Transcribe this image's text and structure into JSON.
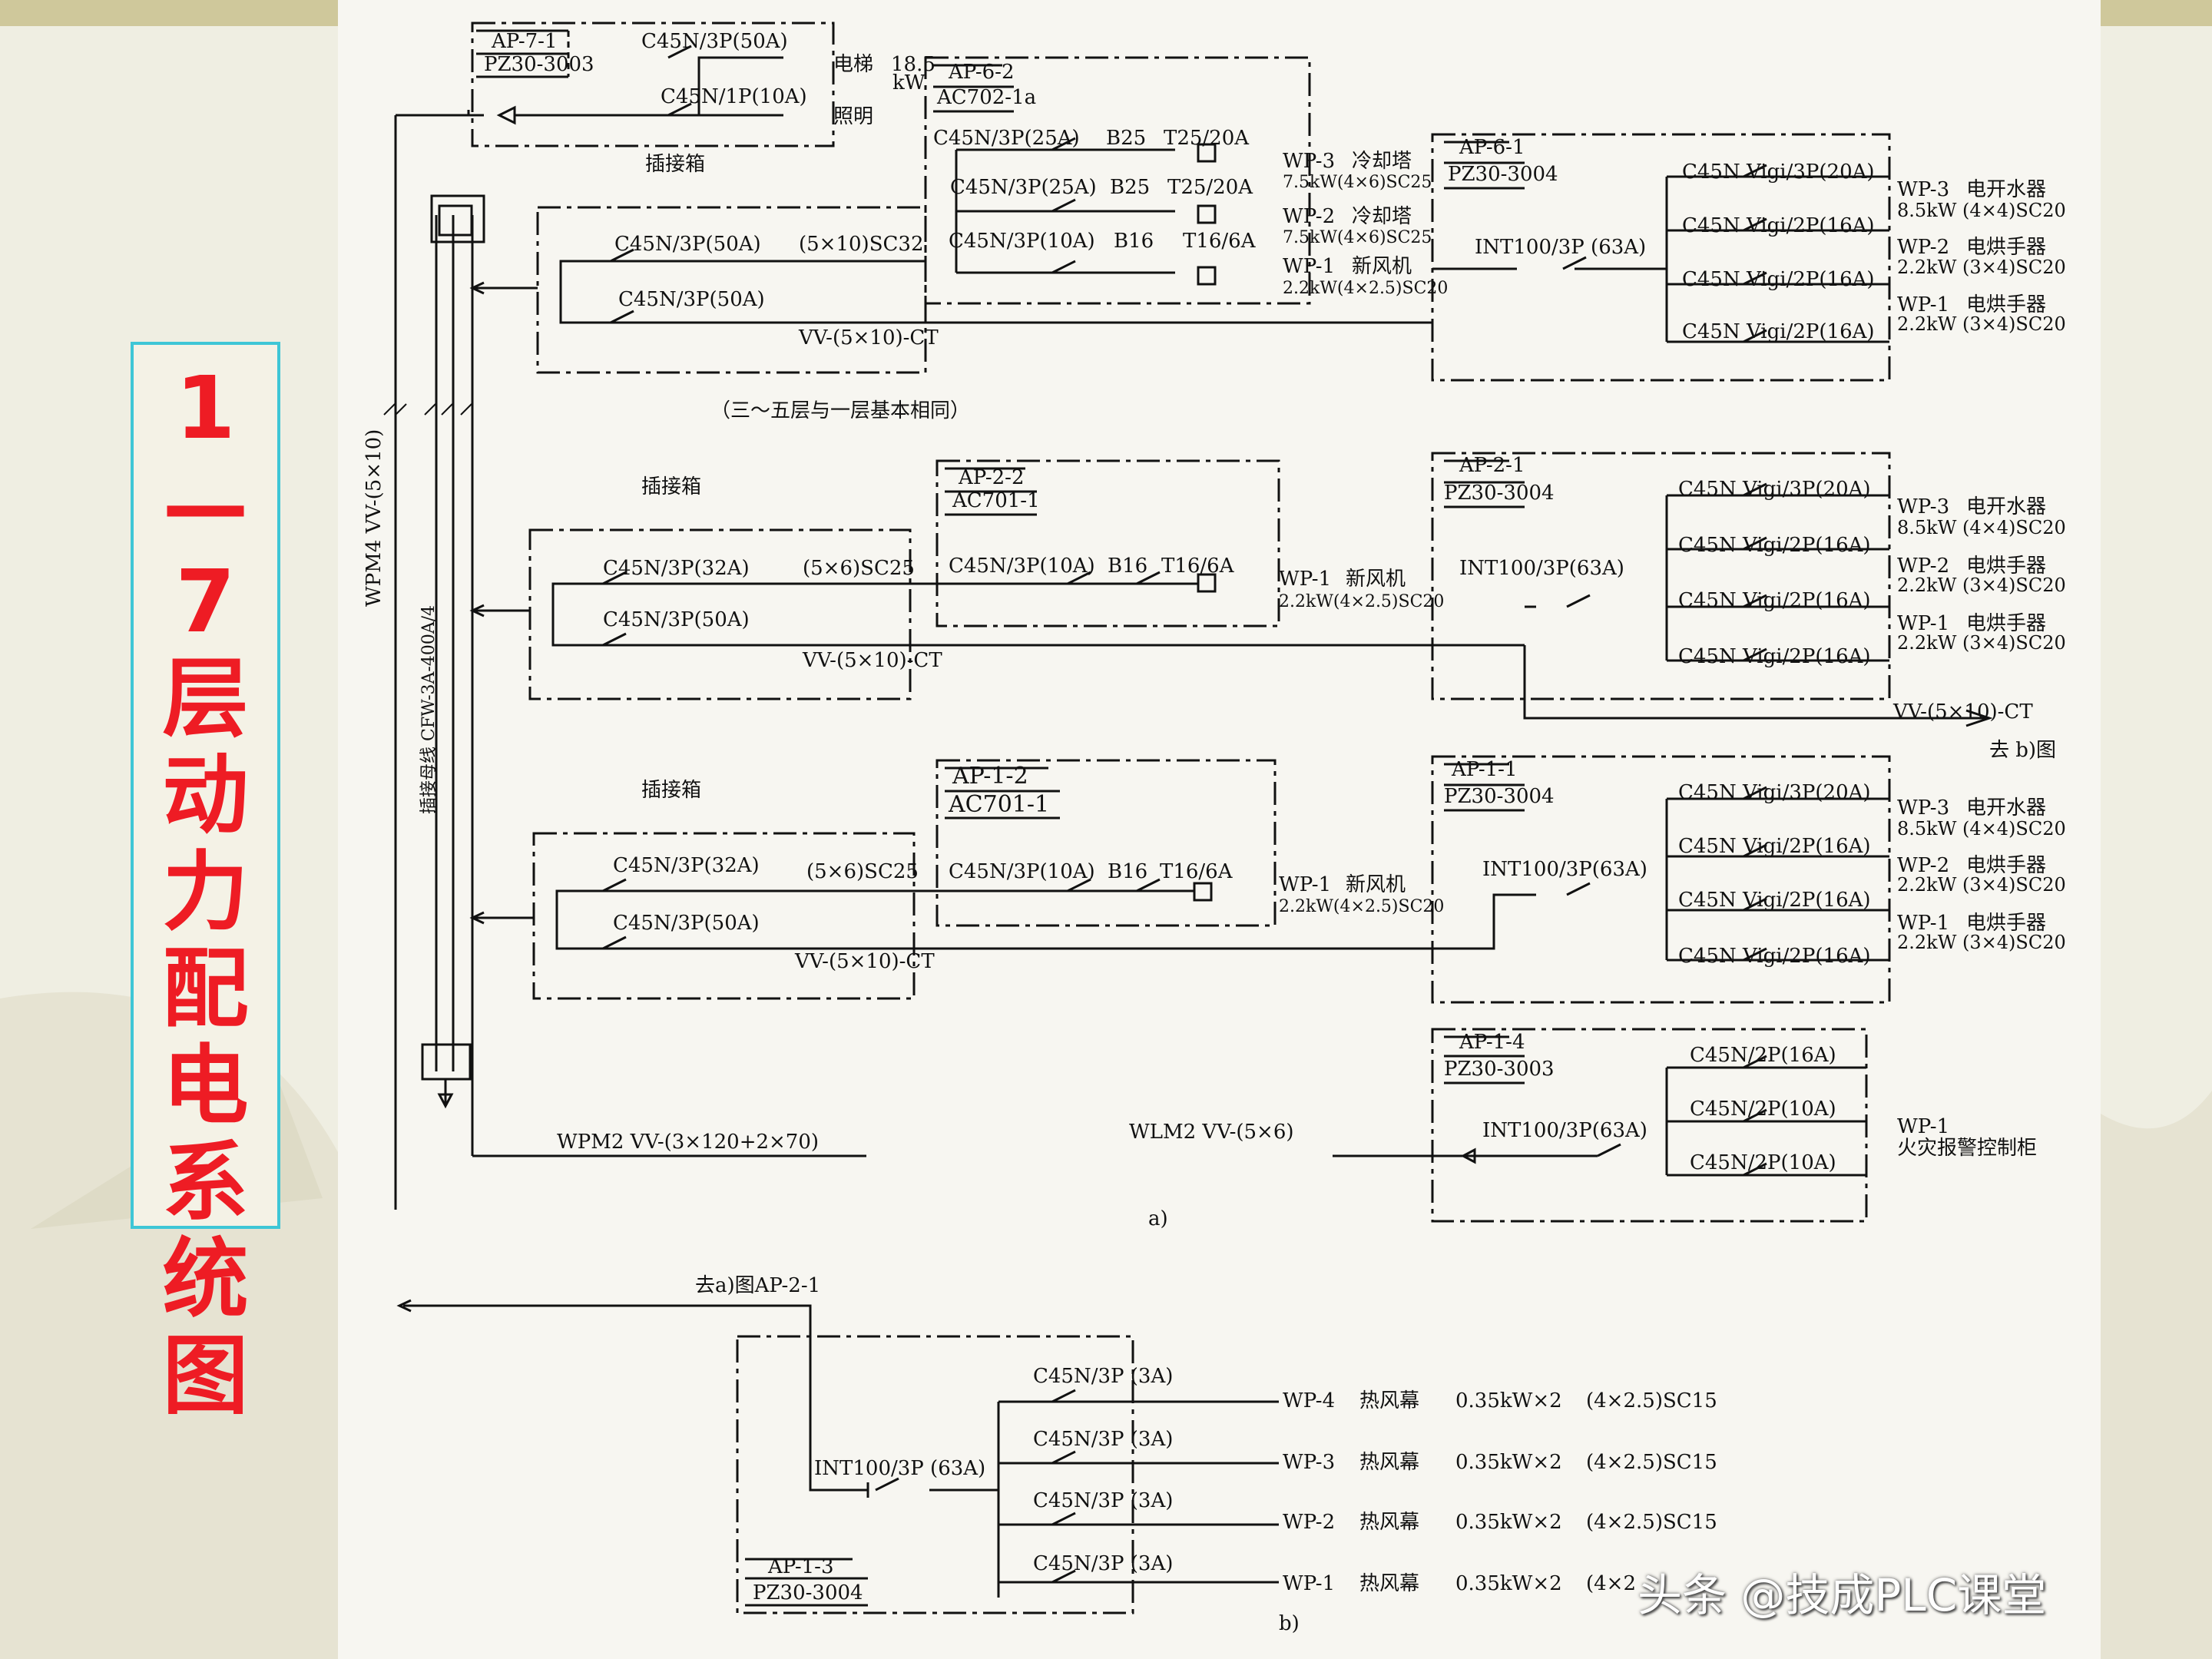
{
  "title": "1—7层动力配电系统图",
  "watermark": "头条 @技成PLC课堂",
  "figure_labels": {
    "a": "a)",
    "b": "b)"
  },
  "notes": {
    "floors_3_5": "（三～五层与一层基本相同）",
    "to_b": "去 b)图",
    "from_a": "去a)图AP-2-1"
  },
  "risers": {
    "wpm4": "WPM4 VV-(5×10)",
    "busway": "插接母线 CFW-3A-400A/4",
    "wpm2": "WPM2 VV-(3×120+2×70)",
    "wlm2": "WLM2 VV-(5×6)"
  },
  "plugbox": "插接箱",
  "ap71": {
    "name": "AP-7-1",
    "model": "PZ30-3003",
    "b1": "C45N/3P(50A)",
    "b2": "C45N/1P(10A)",
    "l1": "电梯",
    "l1b": "18.5",
    "l1c": "kW",
    "l2": "照明"
  },
  "ap61": {
    "name": "AP-6-1",
    "model": "PZ30-3004",
    "main": "INT100/3P (63A)"
  },
  "ap62": {
    "name": "AP-6-2",
    "model": "AC702-1a"
  },
  "f6_plug": {
    "b1": "C45N/3P(50A)",
    "b2": "C45N/3P(50A)",
    "cable1": "(5×10)SC32",
    "cable2": "VV-(5×10)-CT"
  },
  "f6_ap62_rows": [
    {
      "brk": "C45N/3P(25A)",
      "b": "B25",
      "t": "T25/20A",
      "wp": "WP-3",
      "load": "冷却塔",
      "spec": "7.5kW(4×6)SC25"
    },
    {
      "brk": "C45N/3P(25A)",
      "b": "B25",
      "t": "T25/20A",
      "wp": "WP-2",
      "load": "冷却塔",
      "spec": "7.5kW(4×6)SC25"
    },
    {
      "brk": "C45N/3P(10A)",
      "b": "B16",
      "t": "T16/6A",
      "wp": "WP-1",
      "load": "新风机",
      "spec": "2.2kW(4×2.5)SC20"
    }
  ],
  "ap61_rows": [
    {
      "brk": "C45N Vigi/3P(20A)",
      "wp": "WP-3",
      "load": "电开水器",
      "spec": "8.5kW (4×4)SC20"
    },
    {
      "brk": "C45N Vigi/2P(16A)",
      "wp": "WP-2",
      "load": "电烘手器",
      "spec": "2.2kW (3×4)SC20"
    },
    {
      "brk": "C45N Vigi/2P(16A)",
      "wp": "WP-1",
      "load": "电烘手器",
      "spec": "2.2kW (3×4)SC20"
    },
    {
      "brk": "C45N Vigi/2P(16A)",
      "wp": "",
      "load": "",
      "spec": ""
    }
  ],
  "f2_plug": {
    "b1": "C45N/3P(32A)",
    "b2": "C45N/3P(50A)",
    "cable1": "(5×6)SC25",
    "cable2": "VV-(5×10)-CT"
  },
  "ap22": {
    "name": "AP-2-2",
    "model": "AC701-1",
    "row": {
      "brk": "C45N/3P(10A)",
      "b": "B16",
      "t": "T16/6A",
      "wp": "WP-1",
      "load": "新风机",
      "spec": "2.2kW(4×2.5)SC20"
    }
  },
  "ap21": {
    "name": "AP-2-1",
    "model": "PZ30-3004",
    "main": "INT100/3P(63A)",
    "out": "VV-(5×10)-CT"
  },
  "ap21_rows": [
    {
      "brk": "C45N Vigi/3P(20A)",
      "wp": "WP-3",
      "load": "电开水器",
      "spec": "8.5kW (4×4)SC20"
    },
    {
      "brk": "C45N Vigi/2P(16A)",
      "wp": "WP-2",
      "load": "电烘手器",
      "spec": "2.2kW (3×4)SC20"
    },
    {
      "brk": "C45N Vigi/2P(16A)",
      "wp": "WP-1",
      "load": "电烘手器",
      "spec": "2.2kW (3×4)SC20"
    },
    {
      "brk": "C45N Vigi/2P(16A)",
      "wp": "",
      "load": "",
      "spec": ""
    }
  ],
  "f1_plug": {
    "b1": "C45N/3P(32A)",
    "b2": "C45N/3P(50A)",
    "cable1": "(5×6)SC25",
    "cable2": "VV-(5×10)-CT"
  },
  "ap12": {
    "name": "AP-1-2",
    "model": "AC701-1",
    "row": {
      "brk": "C45N/3P(10A)",
      "b": "B16",
      "t": "T16/6A",
      "wp": "WP-1",
      "load": "新风机",
      "spec": "2.2kW(4×2.5)SC20"
    }
  },
  "ap11": {
    "name": "AP-1-1",
    "model": "PZ30-3004",
    "main": "INT100/3P(63A)"
  },
  "ap11_rows": [
    {
      "brk": "C45N Vigi/3P(20A)",
      "wp": "WP-3",
      "load": "电开水器",
      "spec": "8.5kW (4×4)SC20"
    },
    {
      "brk": "C45N Vigi/2P(16A)",
      "wp": "WP-2",
      "load": "电烘手器",
      "spec": "2.2kW (3×4)SC20"
    },
    {
      "brk": "C45N Vigi/2P(16A)",
      "wp": "WP-1",
      "load": "电烘手器",
      "spec": "2.2kW (3×4)SC20"
    },
    {
      "brk": "C45N Vigi/2P(16A)",
      "wp": "",
      "load": "",
      "spec": ""
    }
  ],
  "ap14": {
    "name": "AP-1-4",
    "model": "PZ30-3003",
    "main": "INT100/3P(63A)",
    "b1": "C45N/2P(16A)",
    "b2": "C45N/2P(10A)",
    "b3": "C45N/2P(10A)",
    "wp": "WP-1",
    "load": "火灾报警控制柜"
  },
  "ap13": {
    "name": "AP-1-3",
    "model": "PZ30-3004",
    "main": "INT100/3P (63A)"
  },
  "ap13_rows": [
    {
      "brk": "C45N/3P (3A)",
      "wp": "WP-4",
      "load": "热风幕",
      "p": "0.35kW×2",
      "spec": "(4×2.5)SC15"
    },
    {
      "brk": "C45N/3P (3A)",
      "wp": "WP-3",
      "load": "热风幕",
      "p": "0.35kW×2",
      "spec": "(4×2.5)SC15"
    },
    {
      "brk": "C45N/3P (3A)",
      "wp": "WP-2",
      "load": "热风幕",
      "p": "0.35kW×2",
      "spec": "(4×2.5)SC15"
    },
    {
      "brk": "C45N/3P (3A)",
      "wp": "WP-1",
      "load": "热风幕",
      "p": "0.35kW×2",
      "spec": "(4×2"
    }
  ],
  "colors": {
    "title": "#ee1c24",
    "frame": "#3ec6d6",
    "paper": "#f7f6f1",
    "ink": "#111111"
  }
}
